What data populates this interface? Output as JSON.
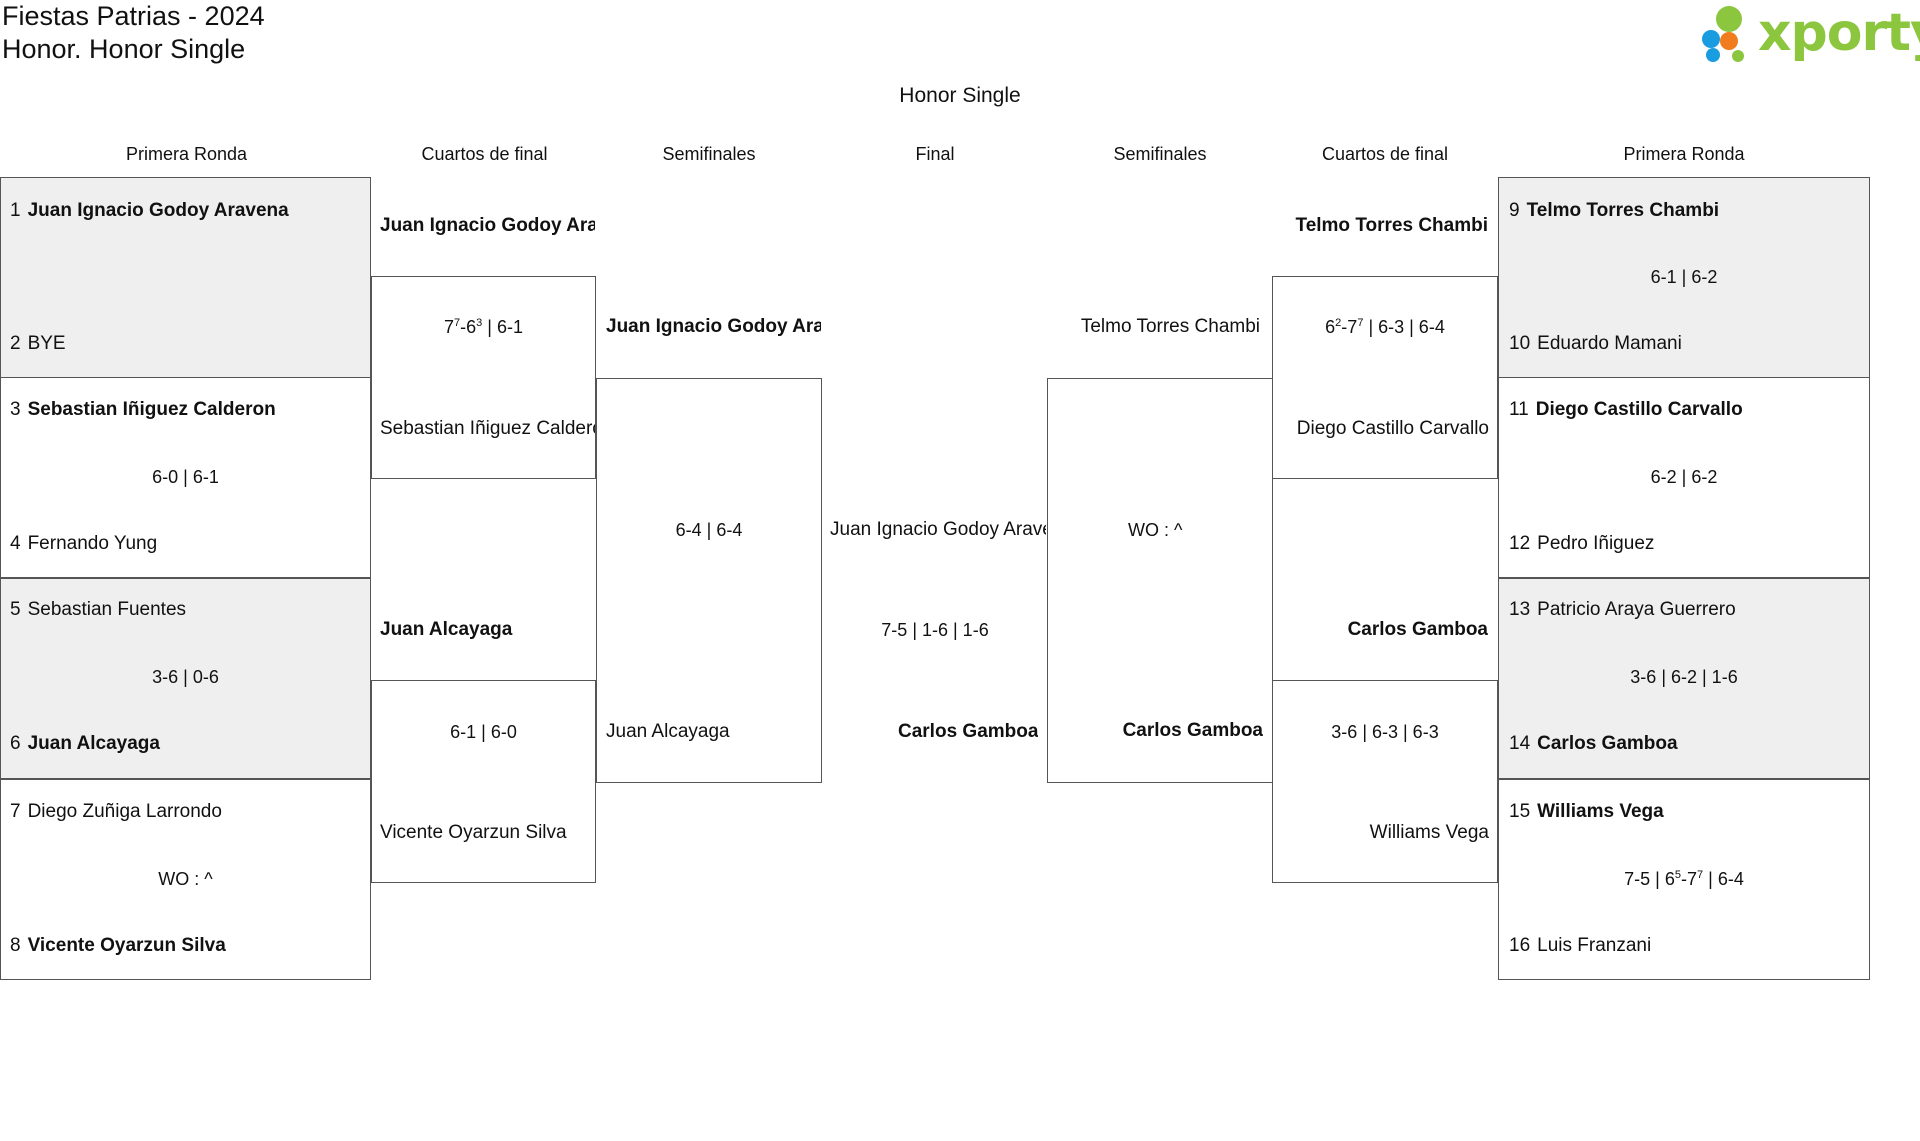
{
  "header": {
    "title_line1": "Fiestas Patrias - 2024",
    "title_line2": "Honor. Honor Single",
    "logo_text": "xporty"
  },
  "colors": {
    "logo_green": "#8cc63f",
    "dot_blue": "#1a9de0",
    "dot_orange": "#f07c1d",
    "shade": "#efefef"
  },
  "bracket": {
    "title": "Honor Single",
    "rounds_left": [
      "Primera Ronda",
      "Cuartos de final",
      "Semifinales"
    ],
    "final_label": "Final",
    "rounds_right": [
      "Semifinales",
      "Cuartos de final",
      "Primera Ronda"
    ]
  },
  "first_round_left": [
    {
      "p1_seed": "1",
      "p1": "Juan Ignacio Godoy Aravena",
      "p2_seed": "2",
      "p2": "BYE",
      "score": ""
    },
    {
      "p1_seed": "3",
      "p1": "Sebastian Iñiguez Calderon",
      "p2_seed": "4",
      "p2": "Fernando Yung",
      "score": "6-0 | 6-1"
    },
    {
      "p1_seed": "5",
      "p1": "Sebastian Fuentes",
      "p2_seed": "6",
      "p2": "Juan Alcayaga",
      "score": "3-6 | 0-6"
    },
    {
      "p1_seed": "7",
      "p1": "Diego Zuñiga Larrondo",
      "p2_seed": "8",
      "p2": "Vicente Oyarzun Silva",
      "score": "WO : ^"
    }
  ],
  "first_round_right": [
    {
      "p1_seed": "9",
      "p1": "Telmo Torres Chambi",
      "p2_seed": "10",
      "p2": "Eduardo Mamani",
      "score": "6-1 | 6-2"
    },
    {
      "p1_seed": "11",
      "p1": "Diego Castillo Carvallo",
      "p2_seed": "12",
      "p2": "Pedro Iñiguez",
      "score": "6-2 | 6-2"
    },
    {
      "p1_seed": "13",
      "p1": "Patricio Araya Guerrero",
      "p2_seed": "14",
      "p2": "Carlos Gamboa",
      "score": "3-6 | 6-2 | 1-6"
    },
    {
      "p1_seed": "15",
      "p1": "Williams Vega",
      "p2_seed": "16",
      "p2": "Luis Franzani",
      "score_parts": [
        "7-5 | 6",
        "5",
        "-7",
        "7",
        " | 6-4"
      ]
    }
  ],
  "quarters_left": [
    {
      "p1": "Juan Ignacio Godoy Aravena",
      "p2": "Sebastian Iñiguez Calderon",
      "score_parts": [
        "7",
        "7",
        "-6",
        "3",
        " | 6-1"
      ]
    },
    {
      "p1": "Juan Alcayaga",
      "p2": "Vicente Oyarzun Silva",
      "score": "6-1 | 6-0"
    }
  ],
  "quarters_right": [
    {
      "p1": "Telmo Torres Chambi",
      "p2": "Diego Castillo Carvallo",
      "score_parts": [
        "6",
        "2",
        "-7",
        "7",
        " | 6-3 | 6-4"
      ]
    },
    {
      "p1": "Carlos Gamboa",
      "p2": "Williams Vega",
      "score": "3-6 | 6-3 | 6-3"
    }
  ],
  "semis_left": {
    "p1": "Juan Ignacio Godoy Aravena",
    "p2": "Juan Alcayaga",
    "score": "6-4 | 6-4"
  },
  "semis_right": {
    "p1": "Telmo Torres Chambi",
    "p2": "Carlos Gamboa",
    "score": "WO : ^"
  },
  "final": {
    "p1": "Juan Ignacio Godoy Aravena",
    "p2": "Carlos Gamboa",
    "score": "7-5 | 1-6 | 1-6"
  }
}
